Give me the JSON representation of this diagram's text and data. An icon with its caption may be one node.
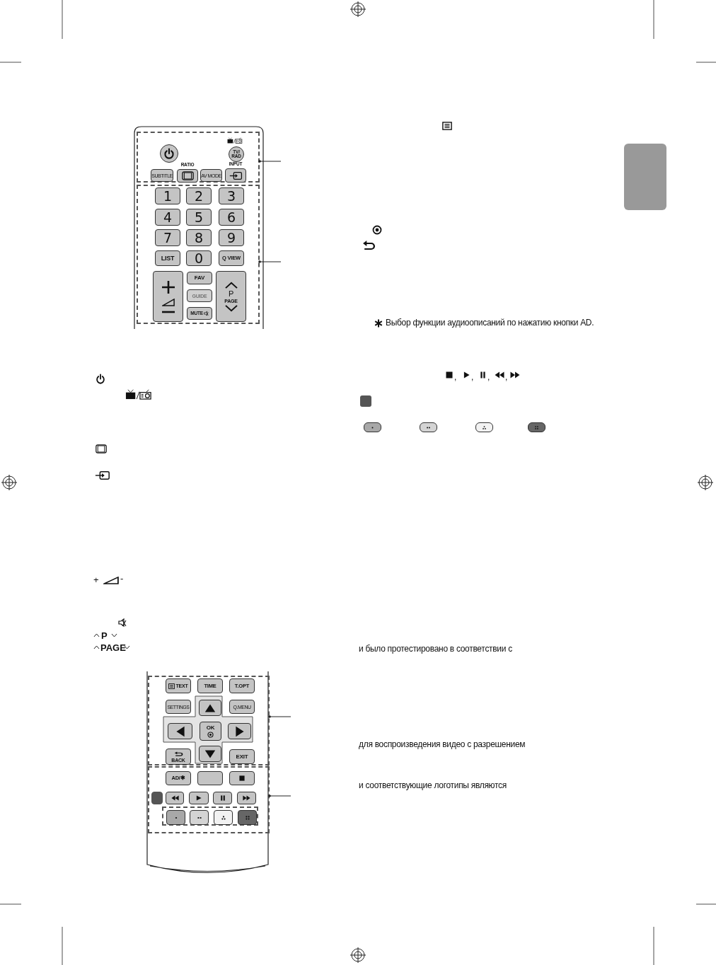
{
  "diagram": {
    "nodes": [
      {
        "text": [],
        "shape": "box"
      },
      {
        "text": [],
        "shape": "box",
        "in": 0
      },
      {
        "text": [],
        "shape": "circle",
        "in": 1
      },
      {
        "text": [
          "TV/ RAD"
        ],
        "in": 1
      },
      {
        "text": [
          "SUBTITLE"
        ],
        "in": 1
      },
      {
        "text": [
          "RATIO"
        ],
        "in": 1
      },
      {
        "text": [
          "AV MODE"
        ],
        "in": 1
      },
      {
        "text": [
          "INPUT"
        ],
        "in": 1
      },
      {
        "text": [],
        "shape": "box",
        "in": 0
      },
      {
        "text": [
          "1"
        ],
        "in": 8
      },
      {
        "text": [
          "2"
        ],
        "in": 8
      },
      {
        "text": [
          "3"
        ],
        "in": 8
      },
      {
        "text": [
          "4"
        ],
        "in": 8
      },
      {
        "text": [
          "5"
        ],
        "in": 8
      },
      {
        "text": [
          "6"
        ],
        "in": 8
      },
      {
        "text": [
          "7"
        ],
        "in": 8
      },
      {
        "text": [
          "8"
        ],
        "in": 8
      },
      {
        "text": [
          "9"
        ],
        "in": 8
      },
      {
        "text": [
          "LIST"
        ],
        "in": 8
      },
      {
        "text": [
          "0"
        ],
        "in": 8
      },
      {
        "text": [
          "Q VIEW"
        ],
        "in": 8
      },
      {
        "text": [],
        "shape": "box",
        "in": 8
      },
      {
        "text": [
          "FAV"
        ],
        "in": 8
      },
      {
        "text": [
          "P",
          "PAGE"
        ],
        "in": 8
      },
      {
        "text": [
          "GUIDE"
        ],
        "in": 8
      },
      {
        "text": [
          "MUTE"
        ],
        "in": 8
      },
      {
        "text": [],
        "shape": "box"
      },
      {
        "text": [],
        "shape": "box",
        "in": 26
      },
      {
        "text": [
          "TEXT"
        ],
        "in": 27
      },
      {
        "text": [
          "TIME"
        ],
        "in": 27
      },
      {
        "text": [
          "T.OPT"
        ],
        "in": 27
      },
      {
        "text": [
          "SETTINGS"
        ],
        "in": 27
      },
      {
        "text": [],
        "shape": "box",
        "in": 27
      },
      {
        "text": [
          "Q.MENU"
        ],
        "in": 27
      },
      {
        "text": [],
        "shape": "box",
        "in": 27
      },
      {
        "text": [
          "OK"
        ],
        "in": 27
      },
      {
        "text": [],
        "shape": "box",
        "in": 27
      },
      {
        "text": [
          "BACK"
        ],
        "in": 27
      },
      {
        "text": [],
        "shape": "box",
        "in": 27
      },
      {
        "text": [
          "EXIT"
        ],
        "in": 27
      },
      {
        "text": [],
        "shape": "box",
        "in": 26
      },
      {
        "text": [
          "AD/✱"
        ],
        "in": 40
      },
      {
        "text": [],
        "shape": "box",
        "in": 40
      },
      {
        "text": [],
        "shape": "box",
        "in": 40
      },
      {
        "text": [],
        "shape": "box",
        "in": 40
      },
      {
        "text": [],
        "shape": "box",
        "in": 40
      },
      {
        "text": [],
        "shape": "box",
        "in": 40
      },
      {
        "text": [],
        "shape": "box",
        "in": 40
      },
      {
        "text": [],
        "shape": "box",
        "in": 40
      },
      {
        "text": [],
        "shape": "box",
        "in": 40
      },
      {
        "text": [],
        "shape": "box",
        "in": 49
      },
      {
        "text": [],
        "shape": "box",
        "in": 49
      },
      {
        "text": [],
        "shape": "box",
        "in": 49
      },
      {
        "text": [],
        "shape": "box",
        "in": 49
      },
      {
        "text": [],
        "shape": "box"
      }
    ],
    "edges": [
      {
        "from": null,
        "to": 1,
        "arrow": "other"
      },
      {
        "from": null,
        "to": 8,
        "arrow": "other"
      },
      {
        "from": null,
        "to": 27,
        "arrow": "other"
      },
      {
        "from": null,
        "to": 40,
        "arrow": "other"
      }
    ],
    "labels": [
      "+",
      "-",
      "P",
      "PAGE",
      "Выбор функции аудиоописаний по нажатию кнопки AD.",
      ",",
      ",",
      ",",
      ",",
      "и было протестировано в соответствии с",
      "для воспроизведения видео с разрешением",
      "и соответствующие логотипы являются"
    ]
  }
}
